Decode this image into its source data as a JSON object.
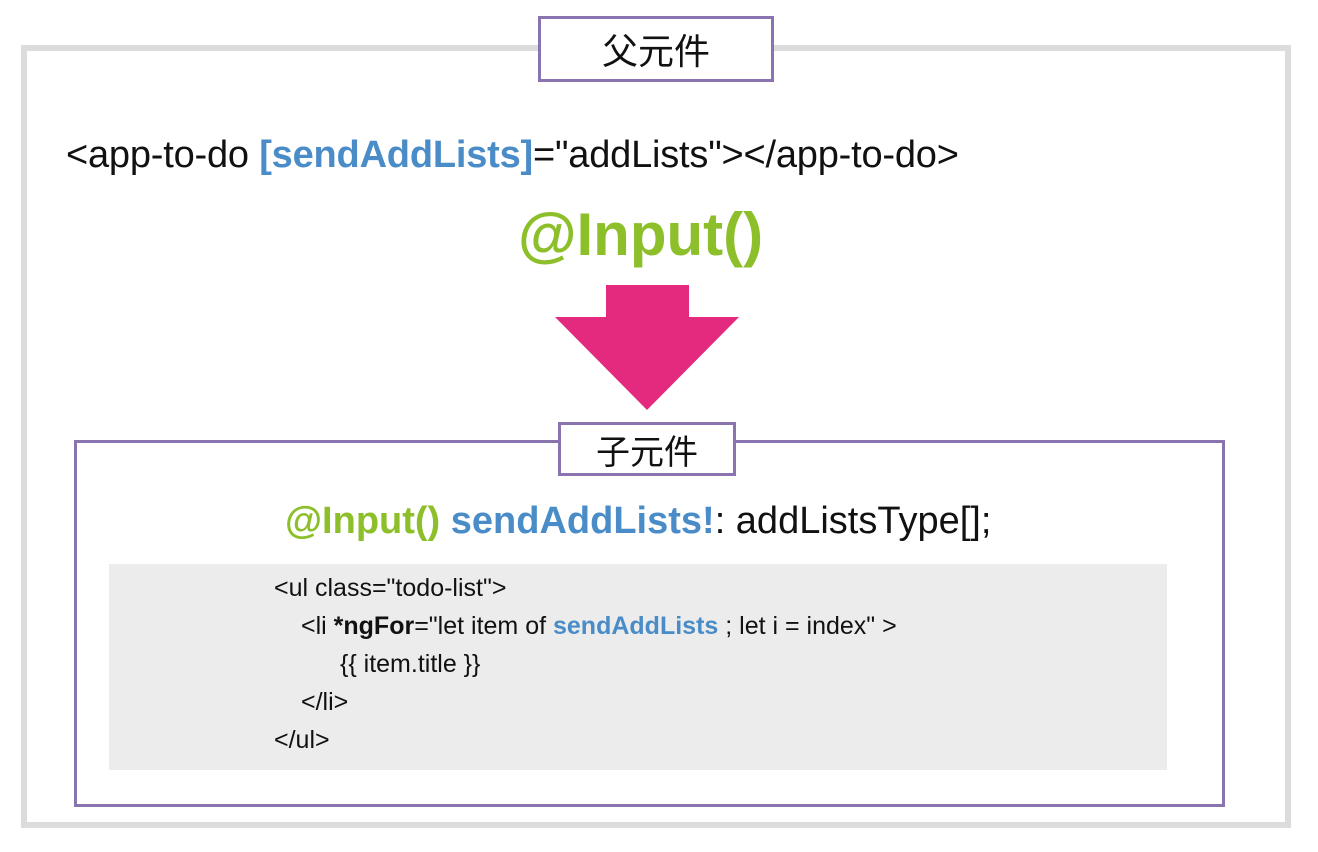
{
  "parent": {
    "label": "父元件",
    "code": {
      "open_tag": "<app-to-do ",
      "binding": "[sendAddLists]",
      "assign": "=\"addLists\"></app-to-do>"
    }
  },
  "decorator": {
    "label": "@Input()"
  },
  "child": {
    "label": "子元件",
    "declaration": {
      "decorator": "@Input()",
      "prop": "sendAddLists!",
      "type": ": addListsType[];"
    },
    "template": {
      "line1": "<ul class=\"todo-list\">",
      "line2_tag": "<li  ",
      "line2_directive": "*ngFor",
      "line2_mid": "=\"let item of ",
      "line2_var": "sendAddLists",
      "line2_end": " ; let i = index\" >",
      "line3": "{{ item.title }}",
      "line4": "</li>",
      "line5": "</ul>"
    }
  },
  "colors": {
    "accent_blue": "#4a8cc7",
    "accent_green": "#8cbf2a",
    "arrow_pink": "#e32a7e",
    "frame_purple": "#8a74b0",
    "frame_gray": "#dcdcdc",
    "code_bg": "#ececec"
  }
}
